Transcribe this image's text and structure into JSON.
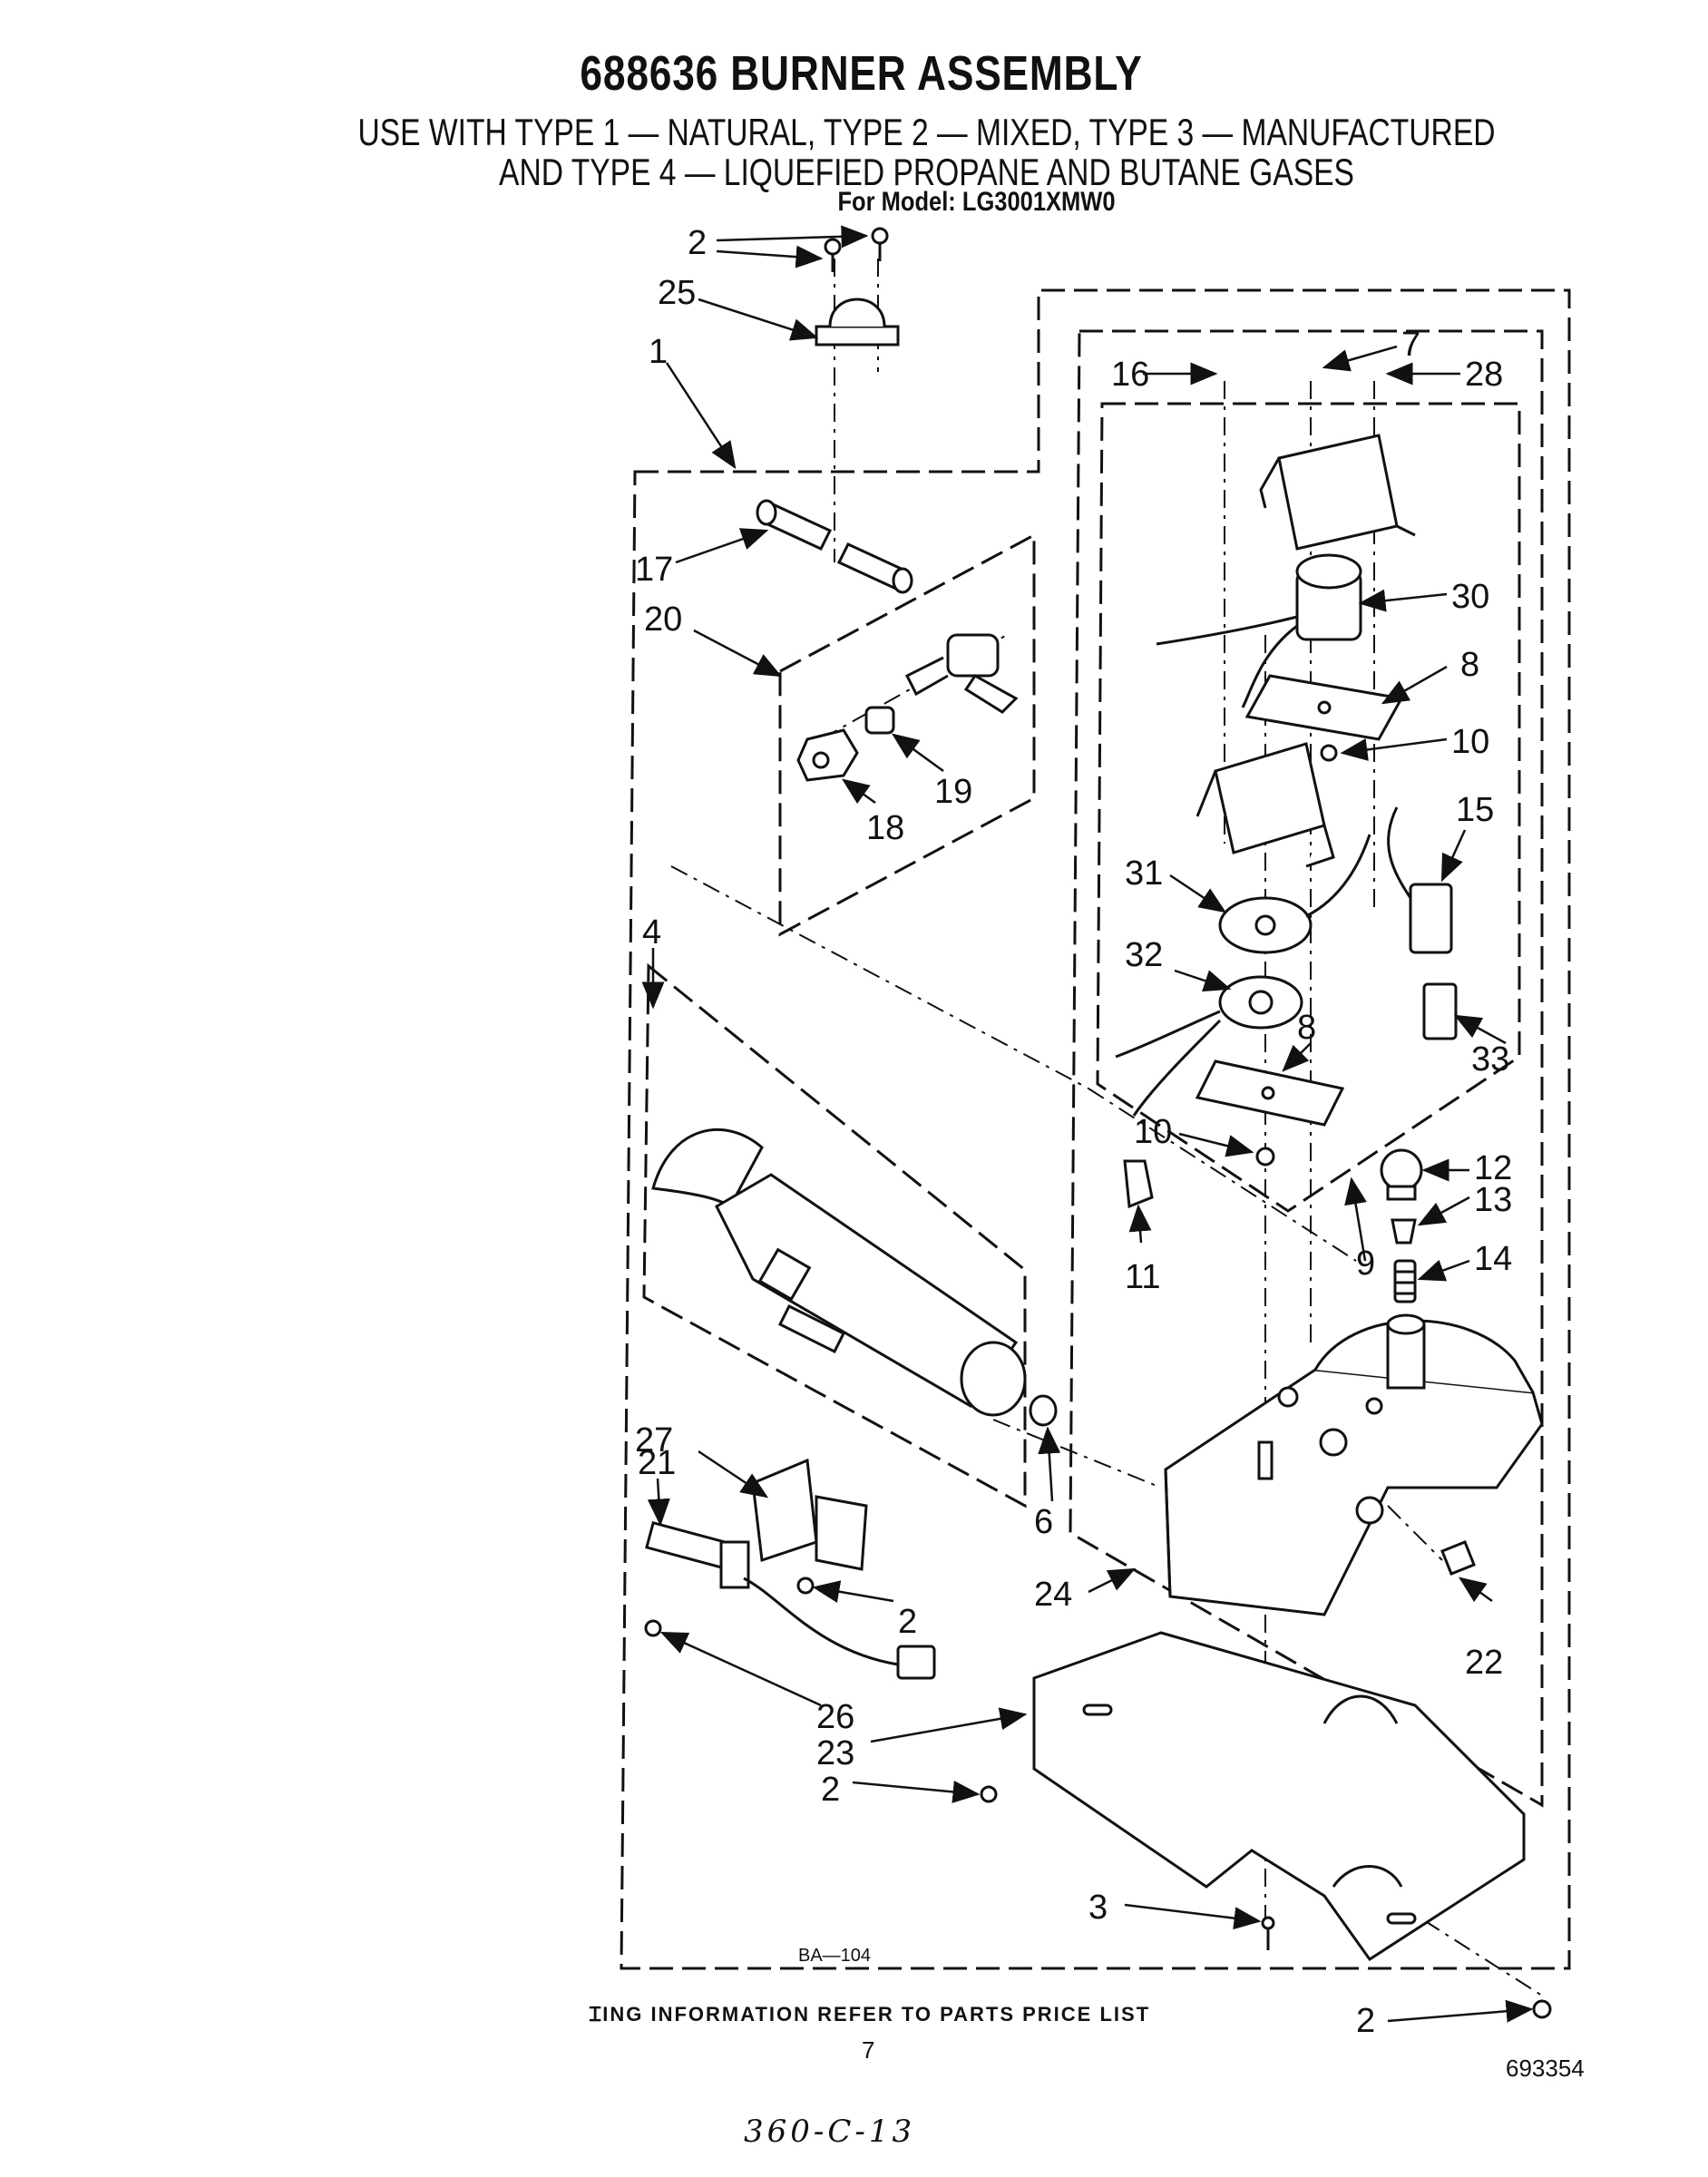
{
  "header": {
    "title": "688636 BURNER ASSEMBLY",
    "subtitle_line1": "USE WITH TYPE 1 — NATURAL, TYPE 2 — MIXED, TYPE 3 — MANUFACTURED",
    "subtitle_line2": "AND TYPE 4 — LIQUEFIED PROPANE AND BUTANE GASES",
    "model": "For Model: LG3001XMW0"
  },
  "diagram": {
    "ref_code": "BA—104",
    "callouts": {
      "c1": "1",
      "c2a": "2",
      "c2b": "2",
      "c2c": "2",
      "c2d": "2",
      "c2e": "2",
      "c3": "3",
      "c4": "4",
      "c6": "6",
      "c7": "7",
      "c8a": "8",
      "c8b": "8",
      "c9": "9",
      "c10a": "10",
      "c10b": "10",
      "c11": "11",
      "c12": "12",
      "c13": "13",
      "c14": "14",
      "c15": "15",
      "c16": "16",
      "c17": "17",
      "c18": "18",
      "c19": "19",
      "c20": "20",
      "c21": "21",
      "c22": "22",
      "c23": "23",
      "c24": "24",
      "c25": "25",
      "c26": "26",
      "c27": "27",
      "c28": "28",
      "c30": "30",
      "c31": "31",
      "c32": "32",
      "c33": "33"
    }
  },
  "footer": {
    "note": "ꞮING INFORMATION REFER TO PARTS PRICE LIST",
    "page_number": "7",
    "doc_number": "693354",
    "handwritten": "360-C-13"
  }
}
